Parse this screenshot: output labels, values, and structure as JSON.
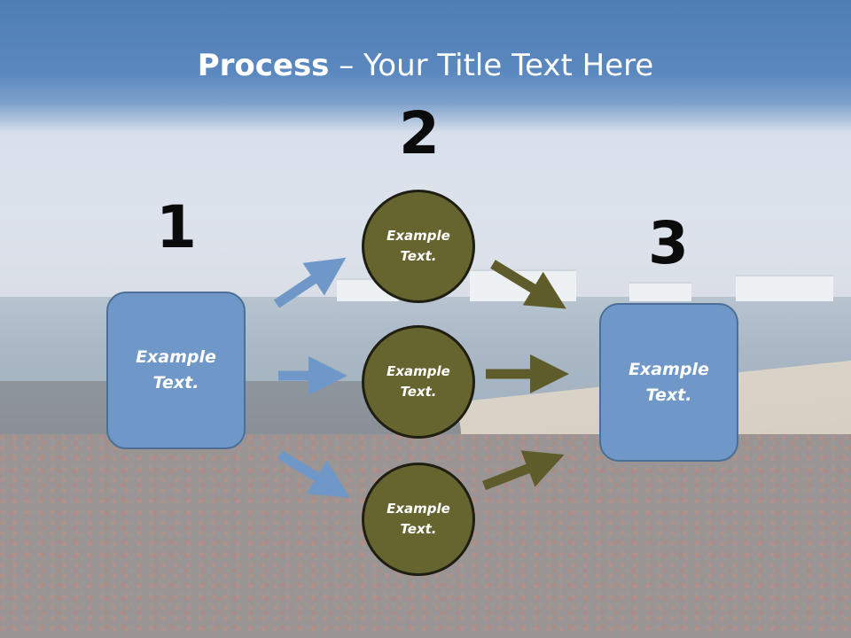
{
  "title": {
    "bold": "Process",
    "rest": " – Your Title Text Here"
  },
  "steps": {
    "one": "1",
    "two": "2",
    "three": "3"
  },
  "boxes": {
    "left_line1": "Example",
    "left_line2": "Text.",
    "right_line1": "Example",
    "right_line2": "Text."
  },
  "circles": [
    {
      "line1": "Example",
      "line2": "Text."
    },
    {
      "line1": "Example",
      "line2": "Text."
    },
    {
      "line1": "Example",
      "line2": "Text."
    }
  ],
  "colors": {
    "title_band": "#5a88bf",
    "box_fill": "#6f98c8",
    "circle_fill": "#66652f",
    "blue_arrow": "#6f98c8",
    "olive_arrow": "#5e5c2a"
  }
}
